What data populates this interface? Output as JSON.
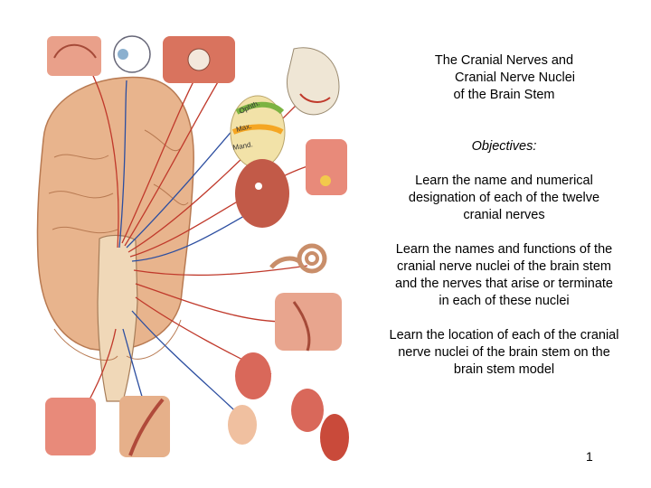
{
  "title": {
    "line1": "The Cranial Nerves and",
    "line2": "Cranial Nerve Nuclei",
    "line3": "of the Brain Stem"
  },
  "objectives_heading": "Objectives:",
  "objectives": [
    [
      "Learn the name and numerical",
      "designation of each of the twelve",
      "cranial nerves"
    ],
    [
      "Learn the names and functions of the",
      "cranial nerve nuclei of the brain stem",
      "and the nerves that arise or terminate",
      "in each of these nuclei"
    ],
    [
      "Learn the location of each of the cranial",
      "nerve nuclei of the brain stem on the",
      "brain stem model"
    ]
  ],
  "figure_labels": {
    "ophth": "Ophth.",
    "max": "Max.",
    "mand": "Mand."
  },
  "page_number": "1"
}
